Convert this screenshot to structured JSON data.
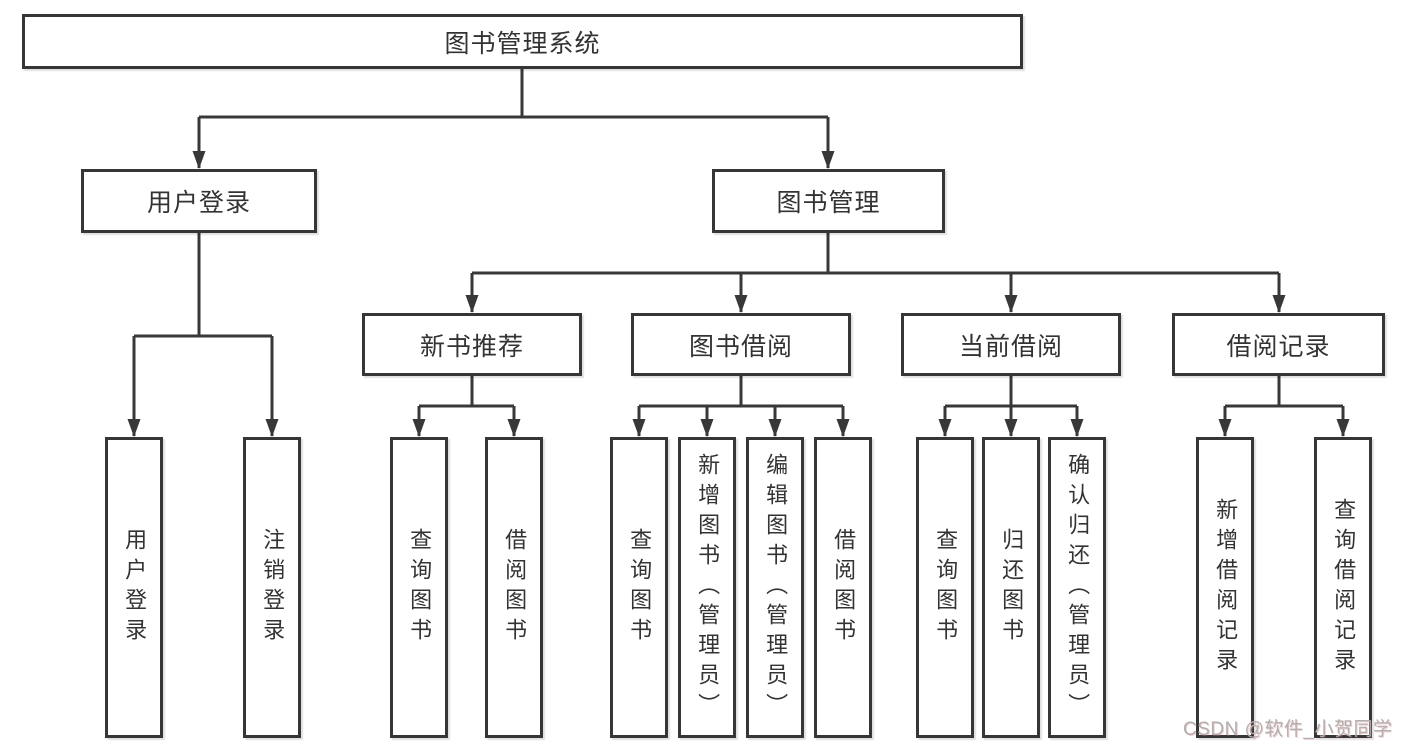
{
  "nodes": {
    "root": "图书管理系统",
    "branches": [
      {
        "label": "用户登录",
        "children": [
          "用户登录",
          "注销登录"
        ]
      },
      {
        "label": "图书管理",
        "sections": [
          {
            "label": "新书推荐",
            "children": [
              "查询图书",
              "借阅图书"
            ]
          },
          {
            "label": "图书借阅",
            "children": [
              "查询图书",
              "新增图书（管理员）",
              "编辑图书（管理员）",
              "借阅图书"
            ]
          },
          {
            "label": "当前借阅",
            "children": [
              "查询图书",
              "归还图书",
              "确认归还（管理员）"
            ]
          },
          {
            "label": "借阅记录",
            "children": [
              "新增借阅记录",
              "查询借阅记录"
            ]
          }
        ]
      }
    ]
  },
  "watermark": {
    "text": "CSDN @软件_小贺同学"
  },
  "colors": {
    "background": "#ffffff",
    "line": "#383838",
    "border": "#363636",
    "text": "#333333",
    "watermark": "#b0b0b0"
  }
}
